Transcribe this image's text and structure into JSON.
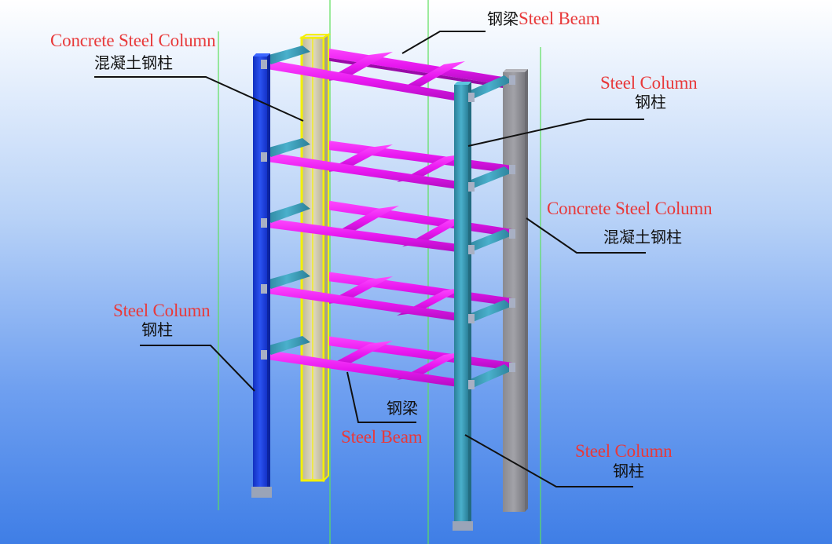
{
  "labels": {
    "top_beam": {
      "zh": "钢梁",
      "en": "Steel Beam"
    },
    "concrete_left": {
      "en": "Concrete Steel Column",
      "zh": "混凝土钢柱"
    },
    "steel_col_right_top": {
      "en": "Steel Column",
      "zh": "钢柱"
    },
    "concrete_right": {
      "en": "Concrete Steel Column",
      "zh": "混凝土钢柱"
    },
    "steel_col_left": {
      "en": "Steel Column",
      "zh": "钢柱"
    },
    "beam_bottom": {
      "zh": "钢梁",
      "en": "Steel Beam"
    },
    "steel_col_right_bottom": {
      "en": "Steel Column",
      "zh": "钢柱"
    }
  },
  "colors": {
    "steel_beam": "#e818f0",
    "steel_column_left": "#1b3fd8",
    "steel_column_right": "#3fa0bb",
    "concrete_column_left": "#d8d0a8",
    "concrete_column_outline": "#f4f000",
    "concrete_column_right": "#8c8c92",
    "label_red": "#e8393a",
    "leader_line": "#111111"
  }
}
